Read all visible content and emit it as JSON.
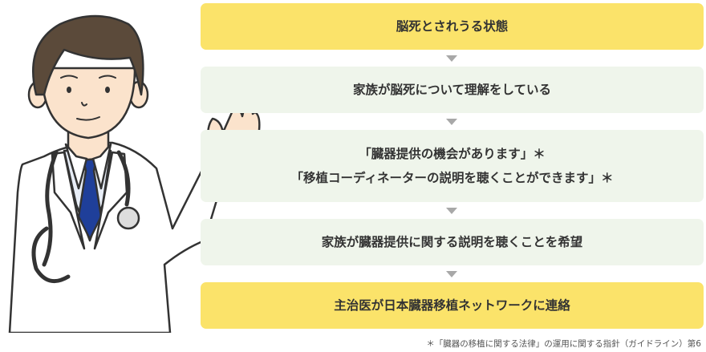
{
  "steps": [
    {
      "text": "脳死とされうる状態",
      "style": "yellow"
    },
    {
      "text": "家族が脳死について理解をしている",
      "style": "green"
    },
    {
      "lines": [
        "「臓器提供の機会があります」＊",
        "「移植コーディネーターの説明を聴くことができます」＊"
      ],
      "style": "green"
    },
    {
      "text": "家族が臓器提供に関する説明を聴くことを希望",
      "style": "green"
    },
    {
      "text": "主治医が日本臓器移植ネットワークに連絡",
      "style": "yellow"
    }
  ],
  "footnote": "＊「臓器の移植に関する法律」の運用に関する指針（ガイドライン）第6",
  "colors": {
    "yellow": "#fbe36a",
    "green": "#eff5eb",
    "arrow": "#a8a8a8",
    "text": "#333333"
  },
  "icons": {
    "illustration": "doctor-illustration"
  }
}
